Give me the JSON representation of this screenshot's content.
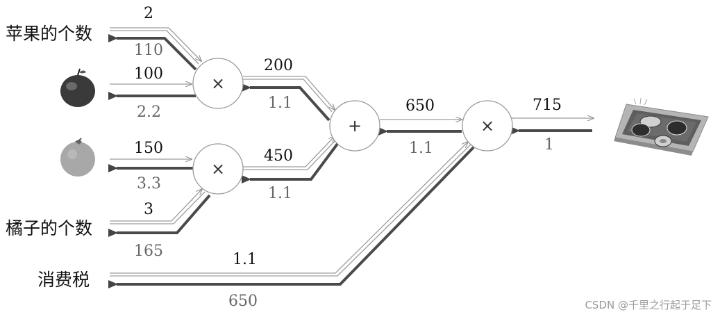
{
  "inputs": {
    "apple_count_label": "苹果的个数",
    "orange_count_label": "橘子的个数",
    "tax_label": "消费税"
  },
  "nodes": {
    "mul_apple": "×",
    "mul_orange": "×",
    "add": "+",
    "mul_tax": "×"
  },
  "forward": {
    "apple_count": "2",
    "apple_price": "100",
    "orange_price": "150",
    "orange_count": "3",
    "apple_total": "200",
    "orange_total": "450",
    "sum": "650",
    "tax": "1.1",
    "result": "715"
  },
  "backward": {
    "apple_count": "110",
    "apple_price": "2.2",
    "orange_price": "3.3",
    "orange_count": "165",
    "apple_total": "1.1",
    "orange_total": "1.1",
    "sum": "1.1",
    "tax": "650",
    "result": "1"
  },
  "images": {
    "apple": "apple-icon",
    "orange": "orange-icon",
    "payment_tray": "coin-tray-icon"
  },
  "watermark": "CSDN @千里之行起于足下"
}
